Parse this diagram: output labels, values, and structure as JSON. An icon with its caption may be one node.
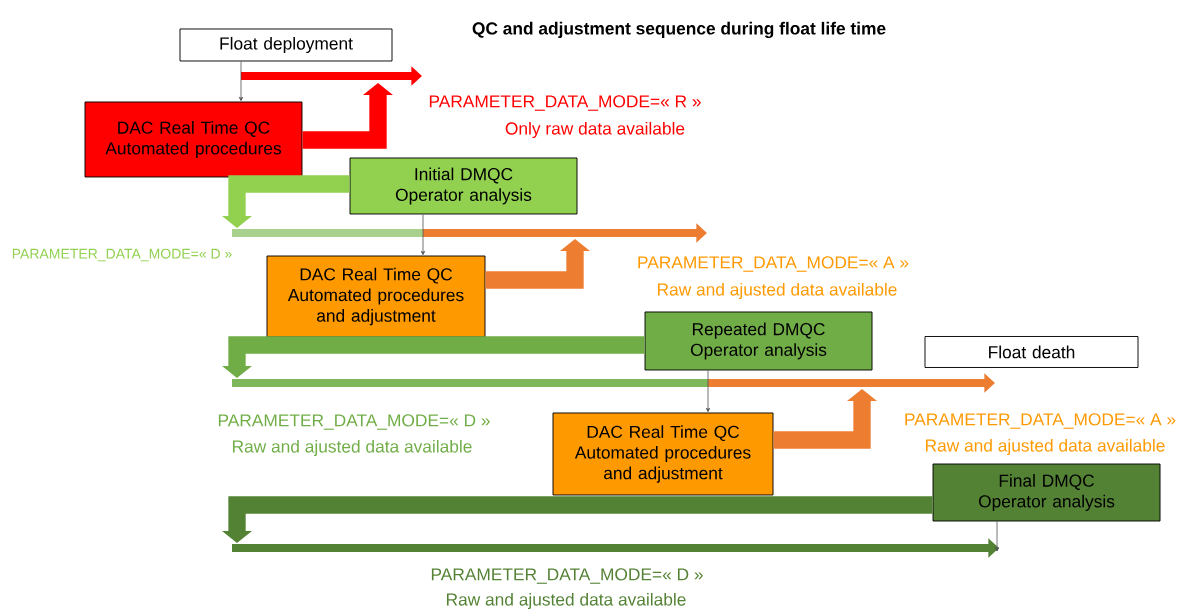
{
  "diagram": {
    "title": "QC and adjustment sequence during float life time",
    "nodes": [
      {
        "text": [
          "Float deployment"
        ]
      },
      {
        "text": [
          "DAC Real Time QC Automated procedures"
        ]
      },
      {
        "text": [
          "Initial DMQC Operator analysis"
        ]
      },
      {
        "text": [
          "DAC Real Time QC Automated procedures and adjustment"
        ]
      },
      {
        "text": [
          "Repeated DMQC Operator analysis"
        ]
      },
      {
        "text": [
          "Float death"
        ]
      },
      {
        "text": [
          "DAC Real Time QC Automated procedures and adjustment"
        ]
      },
      {
        "text": [
          "Final DMQC Operator analysis"
        ]
      }
    ],
    "edges": [
      {
        "from": 0,
        "to": 1,
        "arrow": "to"
      },
      {
        "from": 1,
        "to": null,
        "arrow": "to",
        "color": "#ff0000"
      },
      {
        "from": 2,
        "to": null,
        "arrow": "to",
        "color": "#92d050"
      },
      {
        "from": 2,
        "to": 3,
        "arrow": "to"
      },
      {
        "from": 3,
        "to": null,
        "arrow": "to",
        "color": "#ed7d31"
      },
      {
        "from": 4,
        "to": null,
        "arrow": "to",
        "color": "#70ad47"
      },
      {
        "from": 4,
        "to": 6,
        "arrow": "to"
      },
      {
        "from": 6,
        "to": null,
        "arrow": "to",
        "color": "#ed7d31"
      },
      {
        "from": 7,
        "to": null,
        "arrow": "to",
        "color": "#548235"
      },
      {
        "from": 7,
        "to": null,
        "arrow": "to"
      }
    ],
    "labels": [
      "PARAMETER_DATA_MODE=« R »",
      "Only raw data available",
      "PARAMETER_DATA_MODE=« D »",
      "PARAMETER_DATA_MODE=« A »",
      "Raw and ajusted data available",
      "PARAMETER_DATA_MODE=« D »",
      "Raw and ajusted data available",
      "PARAMETER_DATA_MODE=« A »",
      "Raw and ajusted data available",
      "PARAMETER_DATA_MODE=« D »",
      "Raw and ajusted data available"
    ]
  }
}
